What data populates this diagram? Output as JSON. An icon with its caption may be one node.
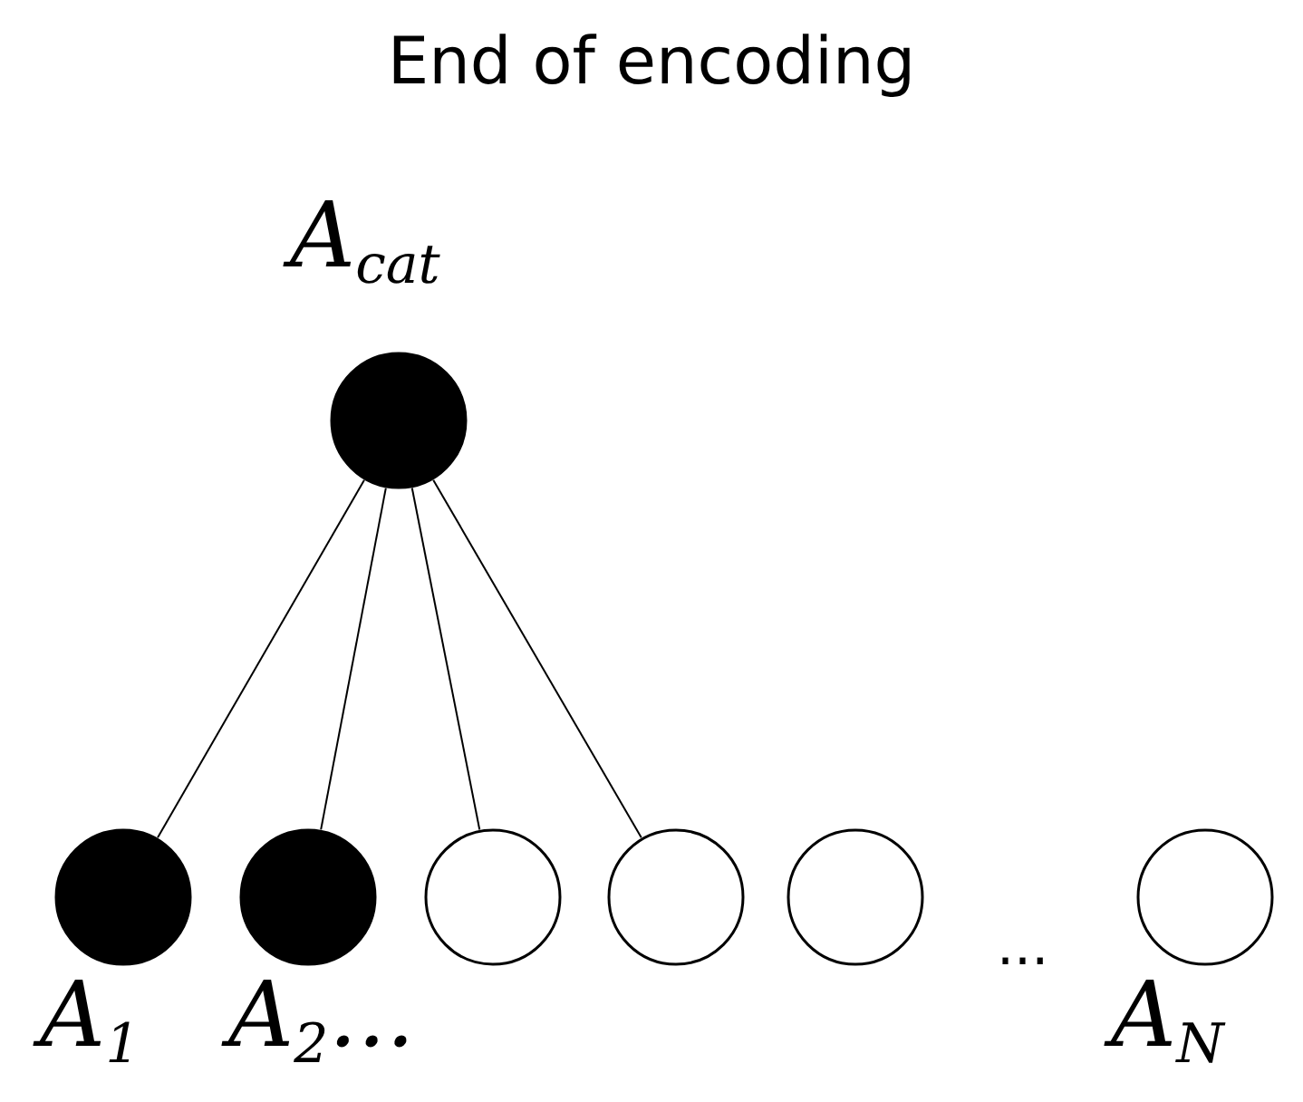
{
  "diagram": {
    "title": "End of encoding",
    "nodes": [
      {
        "text": [],
        "shape": "disc",
        "beside": [
          "A$_{cat}$"
        ]
      },
      {
        "text": [],
        "shape": "disc",
        "beside": [
          "A$_{1}$"
        ]
      },
      {
        "text": [],
        "shape": "disc",
        "beside": [
          "A$_{2}$..."
        ]
      },
      {
        "text": [],
        "shape": "circle"
      },
      {
        "text": [],
        "shape": "circle"
      },
      {
        "text": [],
        "shape": "circle"
      },
      {
        "text": [],
        "shape": "circle",
        "beside": [
          "A$_{N}$"
        ]
      }
    ],
    "edges": [
      {
        "from": 0,
        "to": 1,
        "arrow": "none"
      },
      {
        "from": 0,
        "to": 2,
        "arrow": "none"
      },
      {
        "from": 0,
        "to": 3,
        "arrow": "none"
      },
      {
        "from": 0,
        "to": 4,
        "arrow": "none"
      }
    ],
    "labels": [
      "..."
    ]
  }
}
